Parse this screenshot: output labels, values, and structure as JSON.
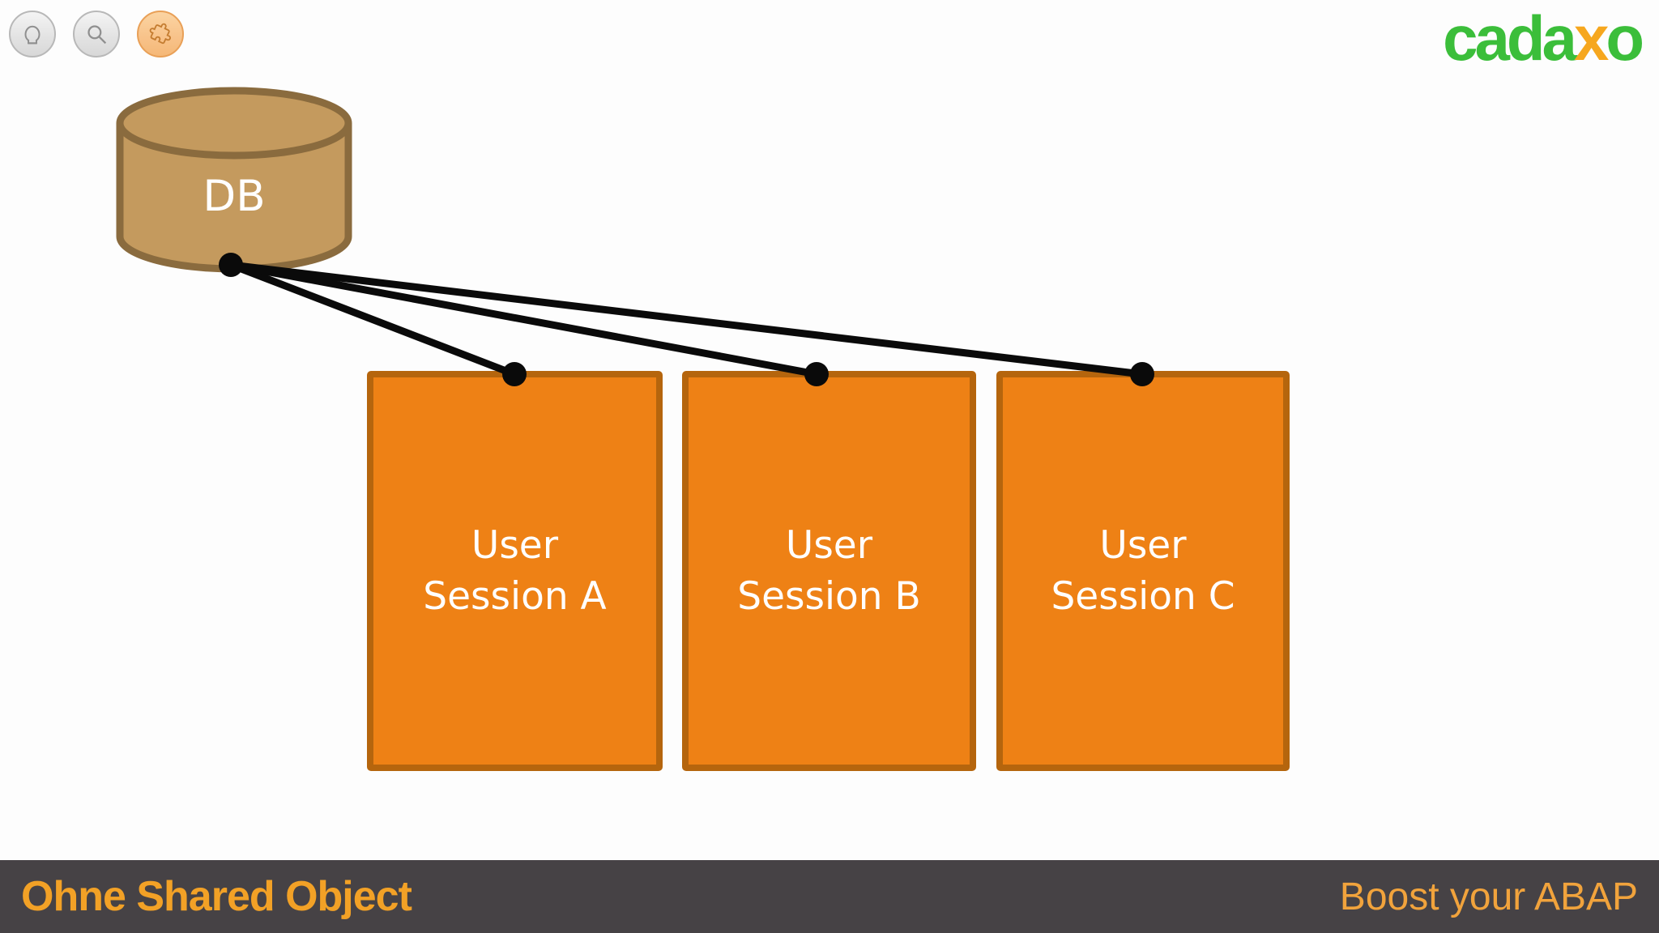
{
  "toolbar": {
    "buttons": [
      {
        "id": "profile",
        "icon": "person-icon"
      },
      {
        "id": "search",
        "icon": "search-icon"
      },
      {
        "id": "annotate",
        "icon": "puzzle-icon",
        "active": true
      }
    ]
  },
  "logo": {
    "green1": "cada",
    "orange": "x",
    "green2": "o",
    "green_color": "#3bbe3a",
    "orange_color": "#f6a71e"
  },
  "diagram": {
    "database": {
      "label": "DB",
      "fill": "#c49a5e",
      "stroke": "#8a6b3e",
      "text_color": "#ffffff"
    },
    "sessions": [
      {
        "line1": "User",
        "line2": "Session A"
      },
      {
        "line1": "User",
        "line2": "Session B"
      },
      {
        "line1": "User",
        "line2": "Session C"
      }
    ],
    "session_fill": "#ee8115",
    "session_border": "#b5650d",
    "connections": [
      {
        "from": "DB",
        "to": "User Session A"
      },
      {
        "from": "DB",
        "to": "User Session B"
      },
      {
        "from": "DB",
        "to": "User Session C"
      }
    ],
    "connector_color": "#0a0a0a"
  },
  "footer": {
    "title": "Ohne Shared Object",
    "tagline": "Boost your ABAP",
    "bar_color": "#464245",
    "title_color": "#f2a126"
  }
}
